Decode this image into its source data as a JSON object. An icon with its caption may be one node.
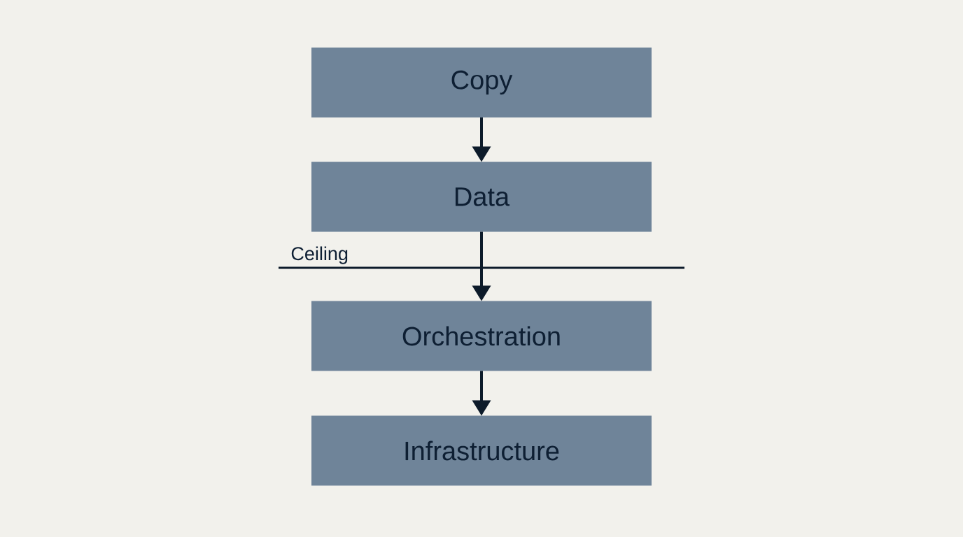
{
  "diagram": {
    "nodes": [
      {
        "text": [
          "Copy"
        ]
      },
      {
        "text": [
          "Data"
        ]
      },
      {
        "text": [
          "Orchestration"
        ]
      },
      {
        "text": [
          "Infrastructure"
        ]
      }
    ],
    "edges": [
      {
        "from": 0,
        "to": 1,
        "arrow": "to"
      },
      {
        "from": 1,
        "to": 2,
        "arrow": "to"
      },
      {
        "from": 2,
        "to": 3,
        "arrow": "to"
      }
    ],
    "labels": [
      "Ceiling"
    ]
  }
}
